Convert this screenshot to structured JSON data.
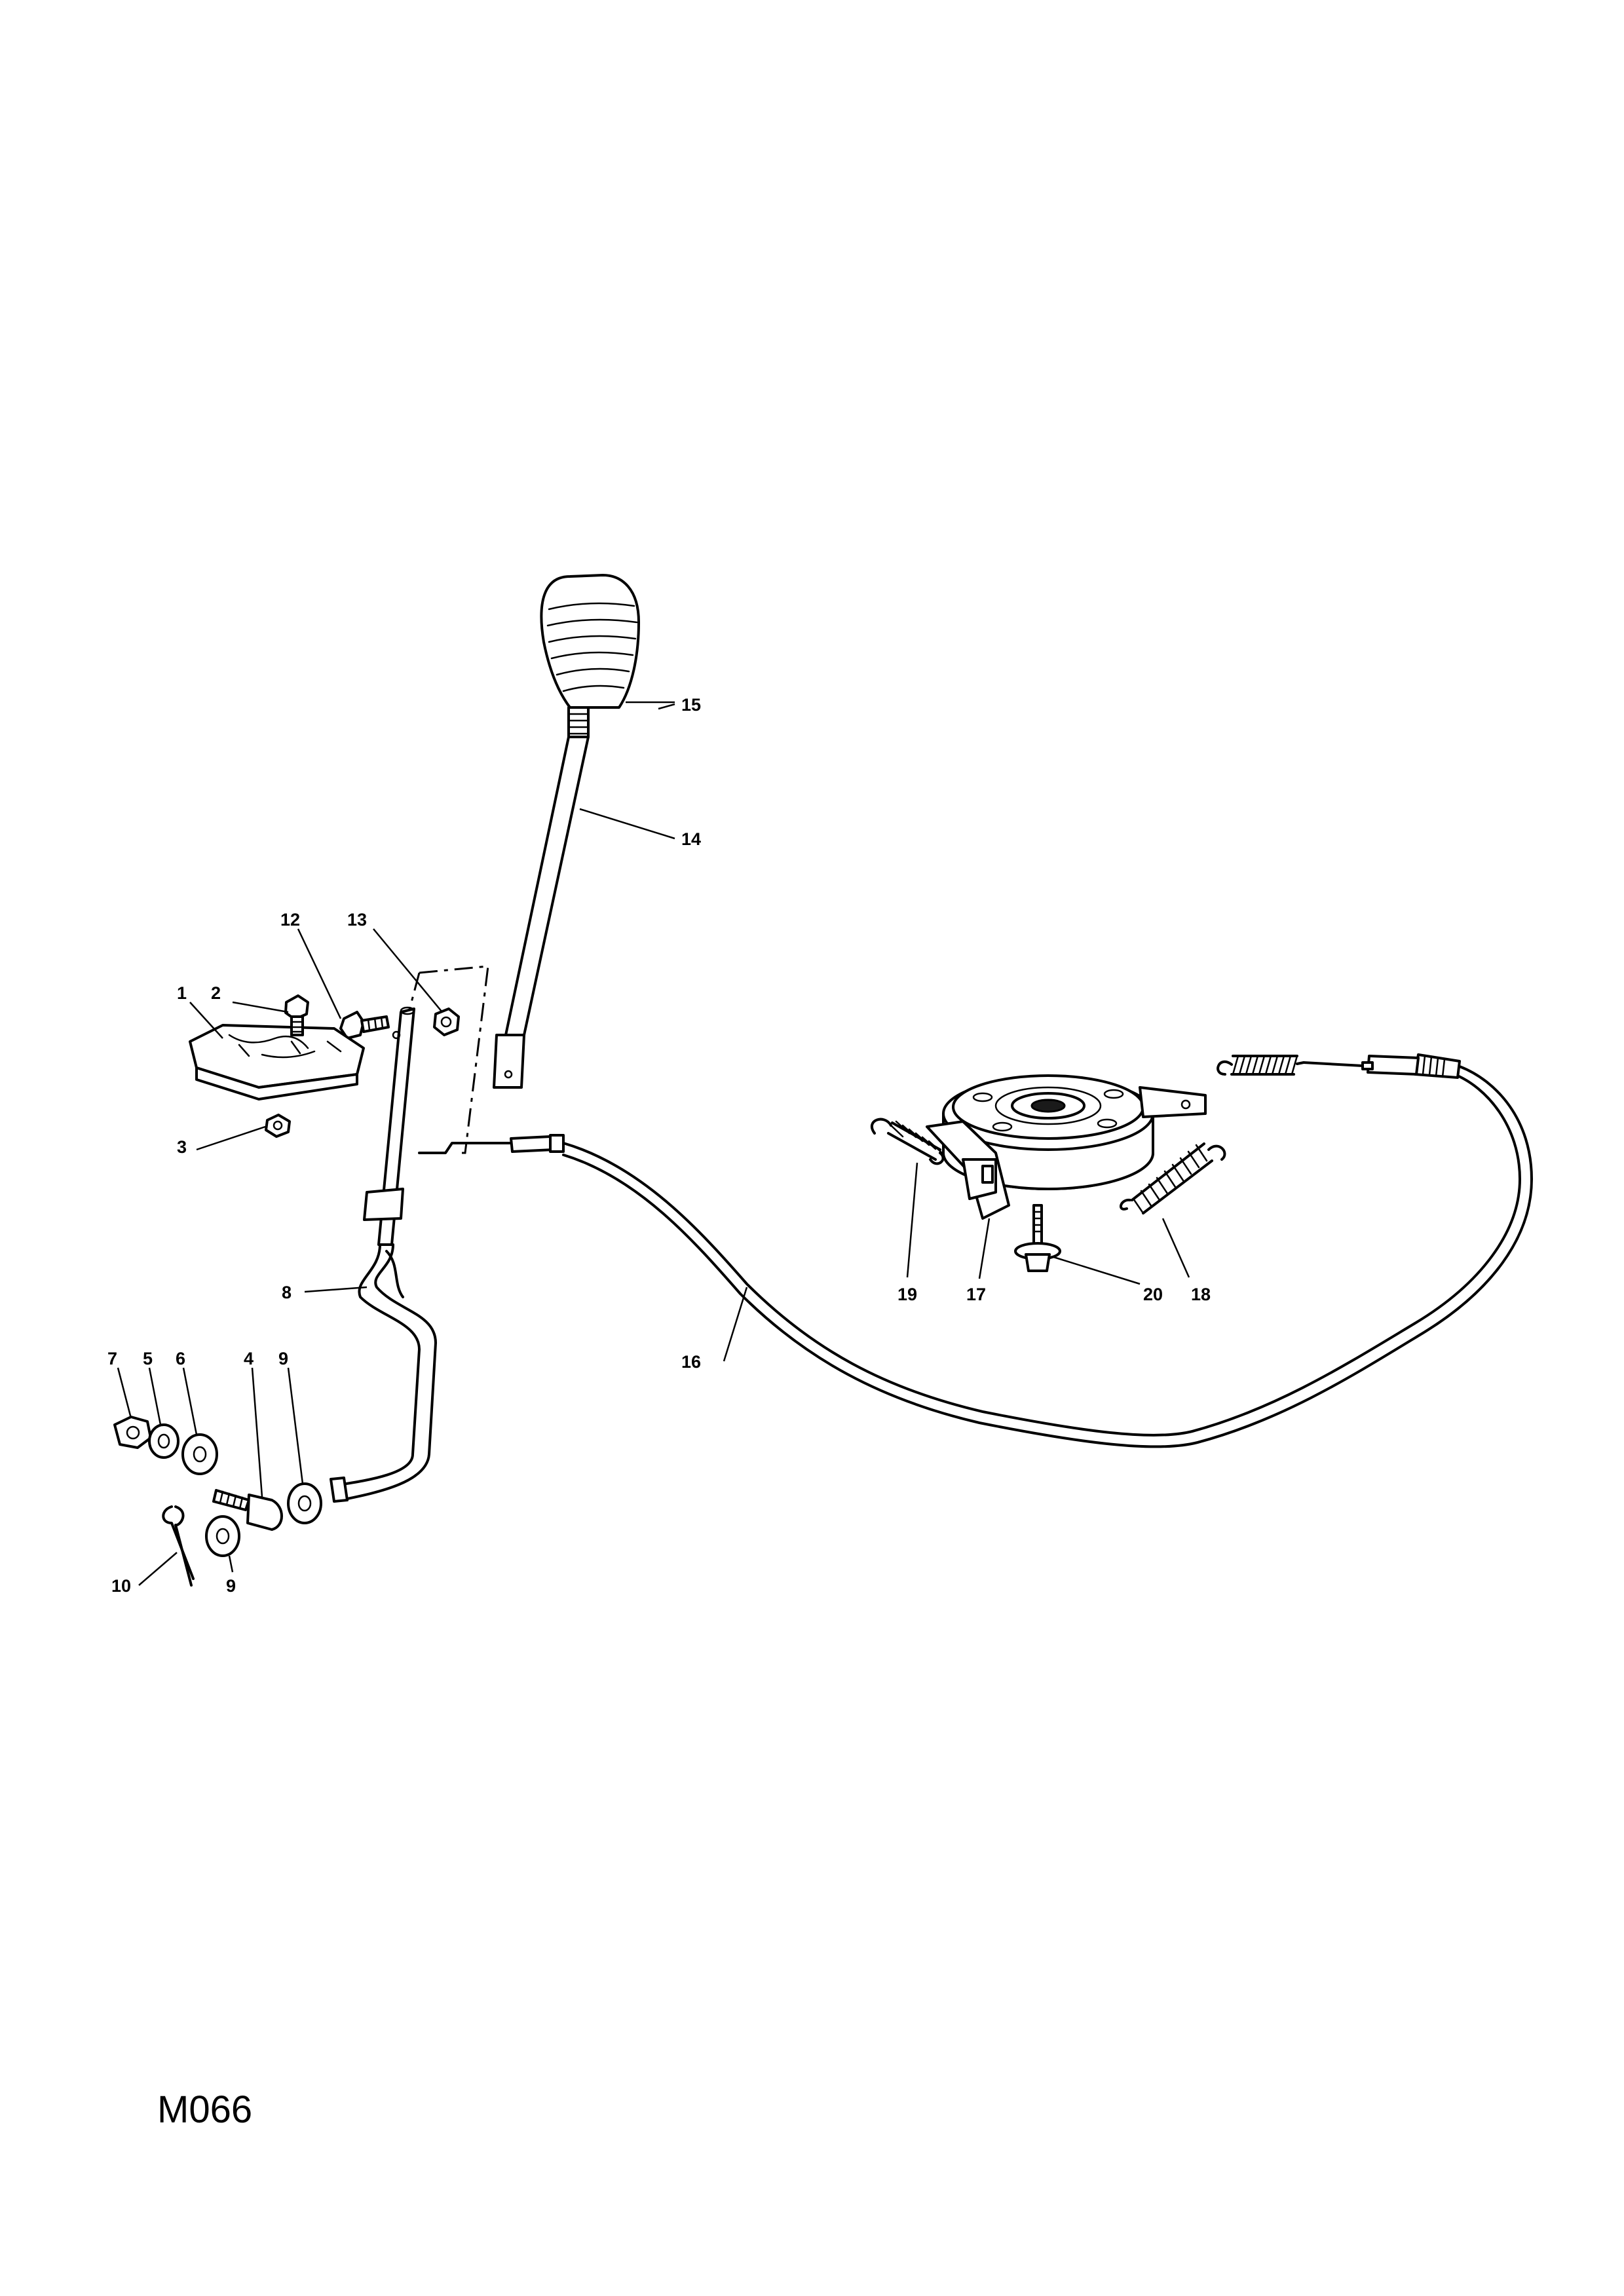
{
  "drawing": {
    "id": "M066"
  },
  "callouts": [
    {
      "key": "p1",
      "text": "1"
    },
    {
      "key": "p2",
      "text": "2"
    },
    {
      "key": "p3",
      "text": "3"
    },
    {
      "key": "p4",
      "text": "4"
    },
    {
      "key": "p5",
      "text": "5"
    },
    {
      "key": "p6",
      "text": "6"
    },
    {
      "key": "p7",
      "text": "7"
    },
    {
      "key": "p8",
      "text": "8"
    },
    {
      "key": "p9a",
      "text": "9"
    },
    {
      "key": "p9b",
      "text": "9"
    },
    {
      "key": "p10",
      "text": "10"
    },
    {
      "key": "p12",
      "text": "12"
    },
    {
      "key": "p13",
      "text": "13"
    },
    {
      "key": "p14",
      "text": "14"
    },
    {
      "key": "p15",
      "text": "15"
    },
    {
      "key": "p16",
      "text": "16"
    },
    {
      "key": "p17",
      "text": "17"
    },
    {
      "key": "p18",
      "text": "18"
    },
    {
      "key": "p19",
      "text": "19"
    },
    {
      "key": "p20",
      "text": "20"
    }
  ]
}
